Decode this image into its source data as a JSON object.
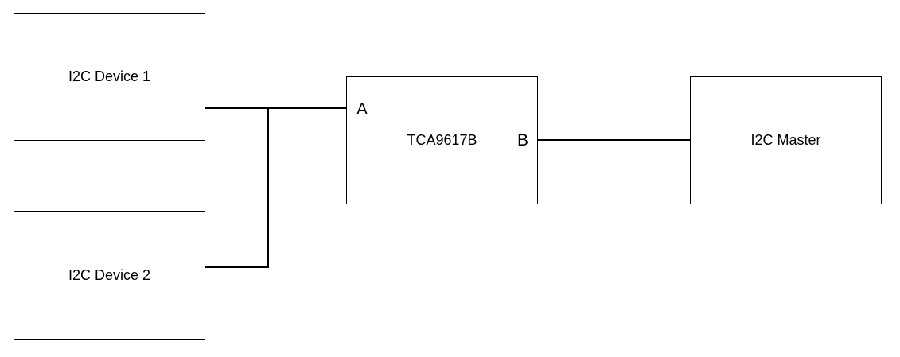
{
  "diagram": {
    "device1": {
      "label": "I2C Device 1"
    },
    "device2": {
      "label": "I2C Device 2"
    },
    "buffer": {
      "label": "TCA9617B",
      "port_a": "A",
      "port_b": "B"
    },
    "master": {
      "label": "I2C Master"
    },
    "colors": {
      "stroke": "#000000",
      "fill": "#ffffff",
      "text": "#000000"
    }
  }
}
